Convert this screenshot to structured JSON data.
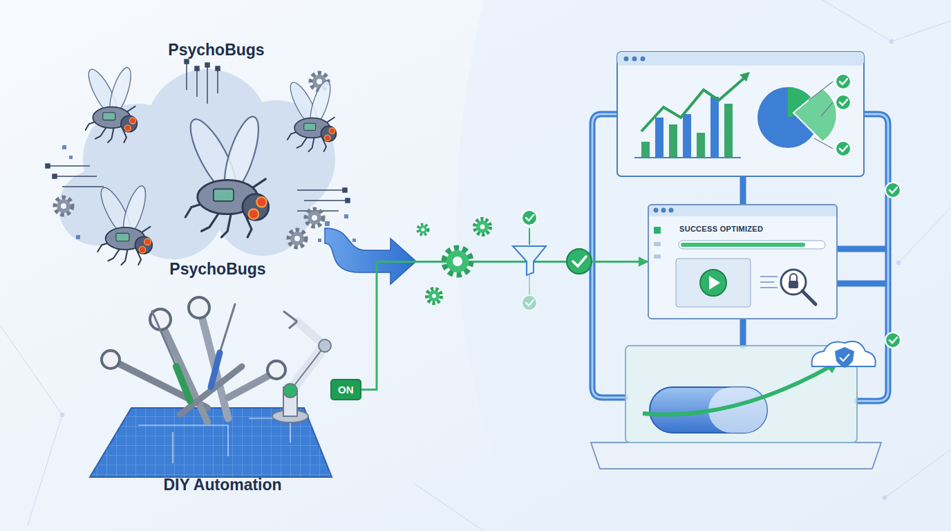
{
  "diagram": {
    "nodes": [
      {
        "text": [
          "ON"
        ]
      },
      {
        "text": [
          "SUCCESS OPTIMIZED"
        ]
      }
    ],
    "edges": [
      {
        "from": 0,
        "to": 1,
        "arrow": "to"
      }
    ],
    "labels": [
      "PsychoBugs",
      "PsychoBugs",
      "DIY Automation"
    ]
  }
}
